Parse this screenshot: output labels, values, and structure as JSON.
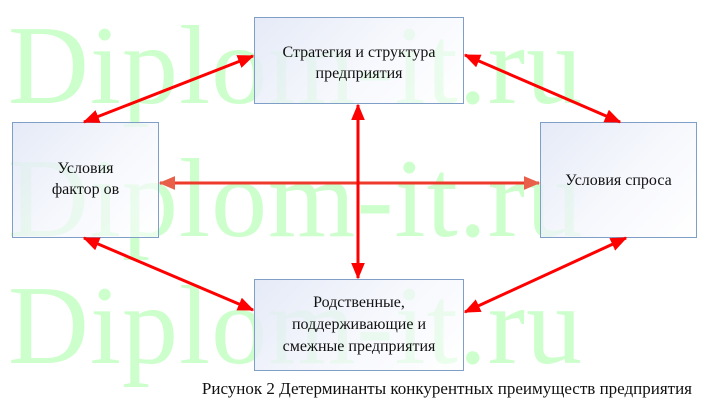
{
  "watermark": {
    "text": "Diplom-it.ru",
    "color": "#ccffcc",
    "repeat": 3
  },
  "diagram": {
    "nodes": [
      {
        "id": "strategy",
        "label": "Стратегия и структура\nпредприятия",
        "position": "top"
      },
      {
        "id": "factors",
        "label": "Условия\nфактор ов",
        "position": "left"
      },
      {
        "id": "demand",
        "label": "Условия спроса",
        "position": "right"
      },
      {
        "id": "related",
        "label": "Родственные,\nподдерживающие и\nсмежные предприятия",
        "position": "bottom"
      }
    ],
    "edges": [
      {
        "from": "strategy",
        "to": "factors",
        "type": "bidirectional"
      },
      {
        "from": "strategy",
        "to": "demand",
        "type": "bidirectional"
      },
      {
        "from": "strategy",
        "to": "related",
        "type": "bidirectional"
      },
      {
        "from": "factors",
        "to": "demand",
        "type": "bidirectional"
      },
      {
        "from": "factors",
        "to": "related",
        "type": "bidirectional"
      },
      {
        "from": "demand",
        "to": "related",
        "type": "bidirectional"
      }
    ],
    "colors": {
      "arrow": "#ff0000",
      "box_border": "#7f9fc6",
      "box_fill_start": "#e2e8f6",
      "box_fill_end": "#ffffff",
      "text": "#111111"
    }
  },
  "caption": "Рисунок 2 Детерминанты конкурентных преимуществ предприятия"
}
